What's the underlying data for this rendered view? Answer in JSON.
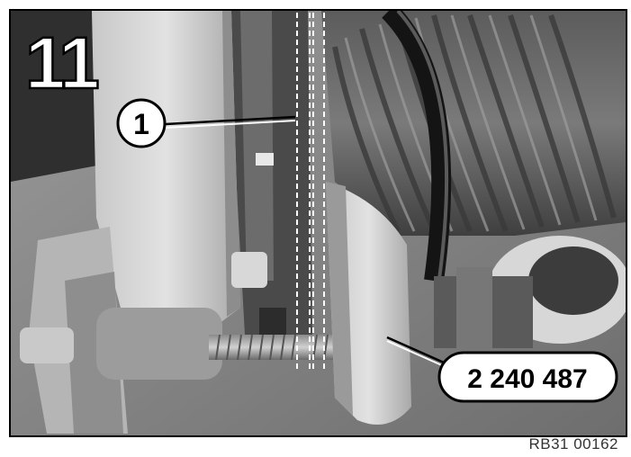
{
  "figure": {
    "step_number": "11",
    "callout_1_label": "1",
    "tool_part_number": "2 240 487",
    "reference_code": "RB31 00162"
  }
}
